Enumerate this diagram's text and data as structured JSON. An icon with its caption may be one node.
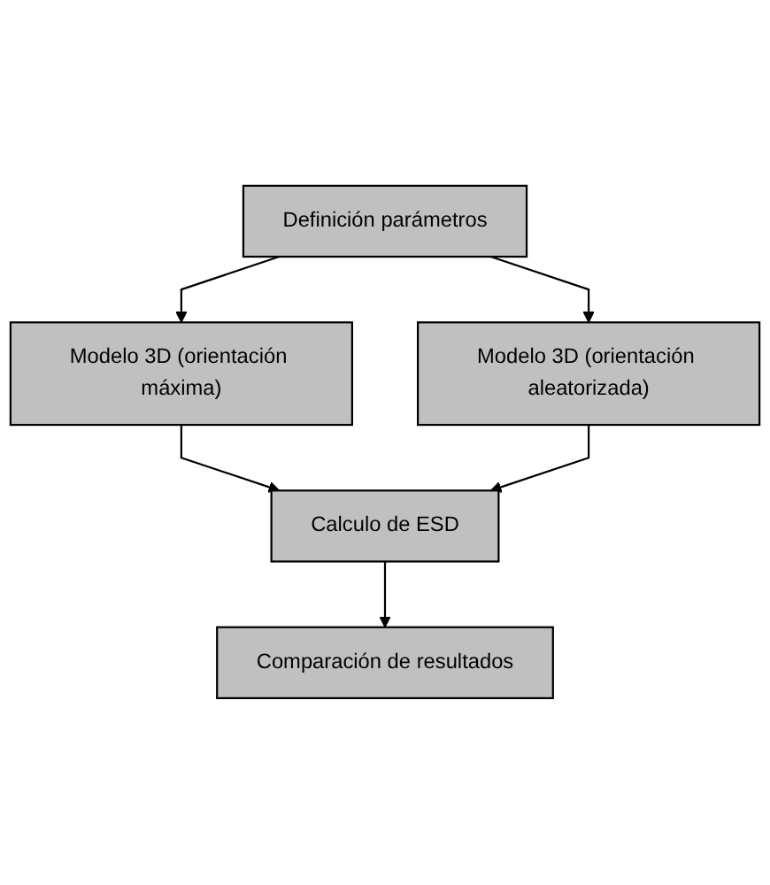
{
  "diagram": {
    "nodes": [
      {
        "text": [
          "Definición parámetros"
        ]
      },
      {
        "text": [
          "Modelo 3D (orientación máxima)"
        ]
      },
      {
        "text": [
          "Modelo 3D (orientación aleatorizada)"
        ]
      },
      {
        "text": [
          "Calculo de ESD"
        ]
      },
      {
        "text": [
          "Comparación de resultados"
        ]
      }
    ],
    "edges": [
      {
        "from": 0,
        "to": 1,
        "arrow": "to"
      },
      {
        "from": 0,
        "to": 2,
        "arrow": "to"
      },
      {
        "from": 1,
        "to": 3,
        "arrow": "to"
      },
      {
        "from": 2,
        "to": 3,
        "arrow": "to"
      },
      {
        "from": 3,
        "to": 4,
        "arrow": "to"
      }
    ]
  }
}
